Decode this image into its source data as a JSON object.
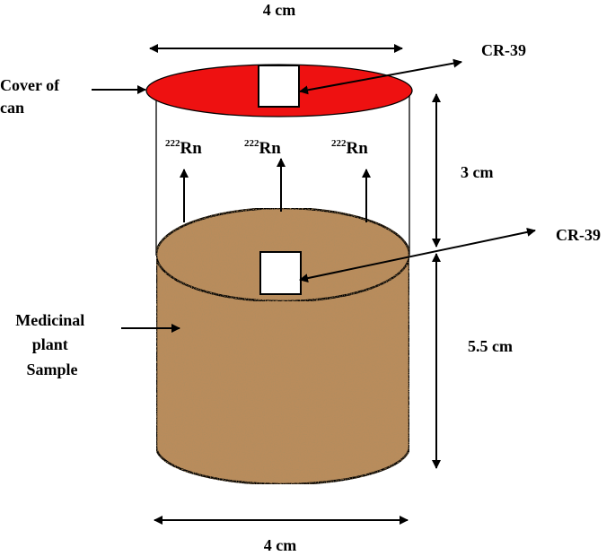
{
  "diagram": {
    "dimensions": {
      "top_width": "4 cm",
      "bottom_width": "4 cm",
      "headspace_height": "3 cm",
      "sample_height": "5.5 cm"
    },
    "labels": {
      "cover_line1": "Cover of",
      "cover_line2": "can",
      "detector_top": "CR-39",
      "detector_sample": "CR-39",
      "sample_line1": "Medicinal",
      "sample_line2": "plant",
      "sample_line3": "Sample"
    },
    "radon": {
      "mass_number": "222",
      "symbol": "Rn"
    },
    "colors": {
      "cover": "#ee1111",
      "sample": "#b98c5c",
      "detector": "#ffffff",
      "line": "#000000"
    }
  }
}
